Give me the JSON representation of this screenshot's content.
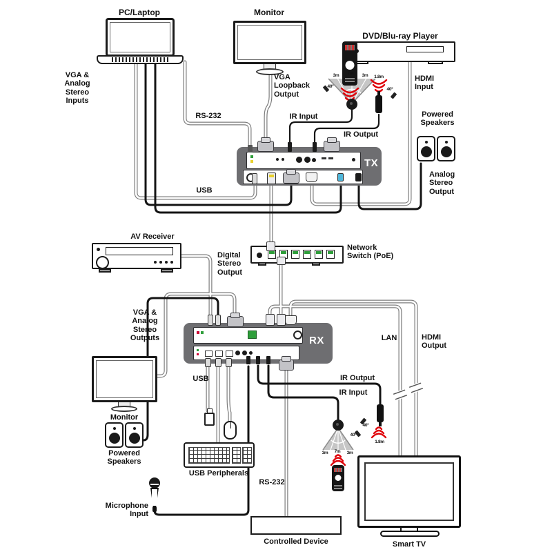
{
  "labels": {
    "pc_laptop": "PC/Laptop",
    "monitor_top": "Monitor",
    "dvd_player": "DVD/Blu-ray Player",
    "vga_stereo_inputs": "VGA &\nAnalog\nStereo\nInputs",
    "rs232_top": "RS-232",
    "vga_loopback": "VGA\nLoopback\nOutput",
    "ir_input_top": "IR Input",
    "ir_output_top": "IR Output",
    "hdmi_input": "HDMI\nInput",
    "powered_speakers_right": "Powered\nSpeakers",
    "analog_stereo_output": "Analog\nStereo\nOutput",
    "tx": "TX",
    "usb_top": "USB",
    "av_receiver": "AV Receiver",
    "digital_stereo_output": "Digital\nStereo\nOutput",
    "network_switch": "Network\nSwitch (PoE)",
    "vga_stereo_outputs": "VGA &\nAnalog\nStereo\nOutputs",
    "rx": "RX",
    "lan": "LAN",
    "hdmi_output": "HDMI\nOutput",
    "monitor_left": "Monitor",
    "usb_bottom": "USB",
    "powered_speakers_left": "Powered\nSpeakers",
    "usb_peripherals": "USB Peripherals",
    "microphone_input": "Microphone\nInput",
    "rs232_bottom": "RS-232",
    "ir_output_bottom": "IR Output",
    "ir_input_bottom": "IR Input",
    "controlled_device": "Controlled Device",
    "smart_tv": "Smart TV"
  },
  "ir_specs": {
    "range_side": "3m",
    "range_center": "7m",
    "angle": "40°",
    "emitter_range": "1.8m"
  },
  "colors": {
    "device_gray": "#6e6e71",
    "cable_outline": "#7c7c7c",
    "cable_black": "#141414",
    "ir_red": "#df0008",
    "port_green": "#2e9e3a",
    "port_yellow": "#e8d02c",
    "jack_blue": "#4fb6d9"
  }
}
